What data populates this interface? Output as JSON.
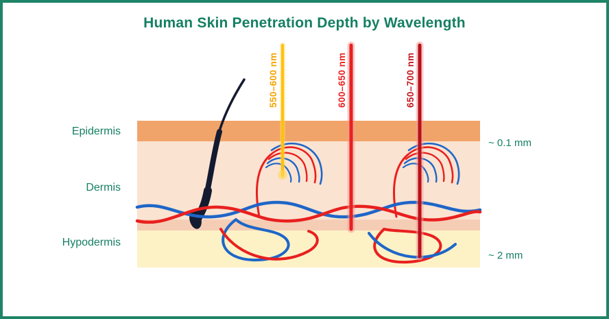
{
  "title": "Human Skin Penetration Depth by Wavelength",
  "layer_labels": {
    "epidermis": "Epidermis",
    "dermis": "Dermis",
    "hypodermis": "Hypodermis"
  },
  "depth_annotations": {
    "epidermis": "~ 0.1 mm",
    "hypodermis": "~ 2 mm"
  },
  "beams": [
    {
      "label": "550–600 nm",
      "label_color": "#f6a300",
      "beam_color": "#ffc010"
    },
    {
      "label": "600–650 nm",
      "label_color": "#e8201f",
      "beam_color": "#e8201f"
    },
    {
      "label": "650–700 nm",
      "label_color": "#c3161d",
      "beam_color": "#b91119"
    }
  ],
  "colors": {
    "frame_border": "#1f8468",
    "title_text": "#157f63",
    "epidermis_fill": "#f1a469",
    "dermis_fill": "#fbe3d1",
    "junction_fill": "#f5cdb5",
    "hypodermis_fill": "#fdf2c6",
    "vessel_red": "#e8201f",
    "vessel_blue": "#1e66c8",
    "hair": "#141b30"
  }
}
